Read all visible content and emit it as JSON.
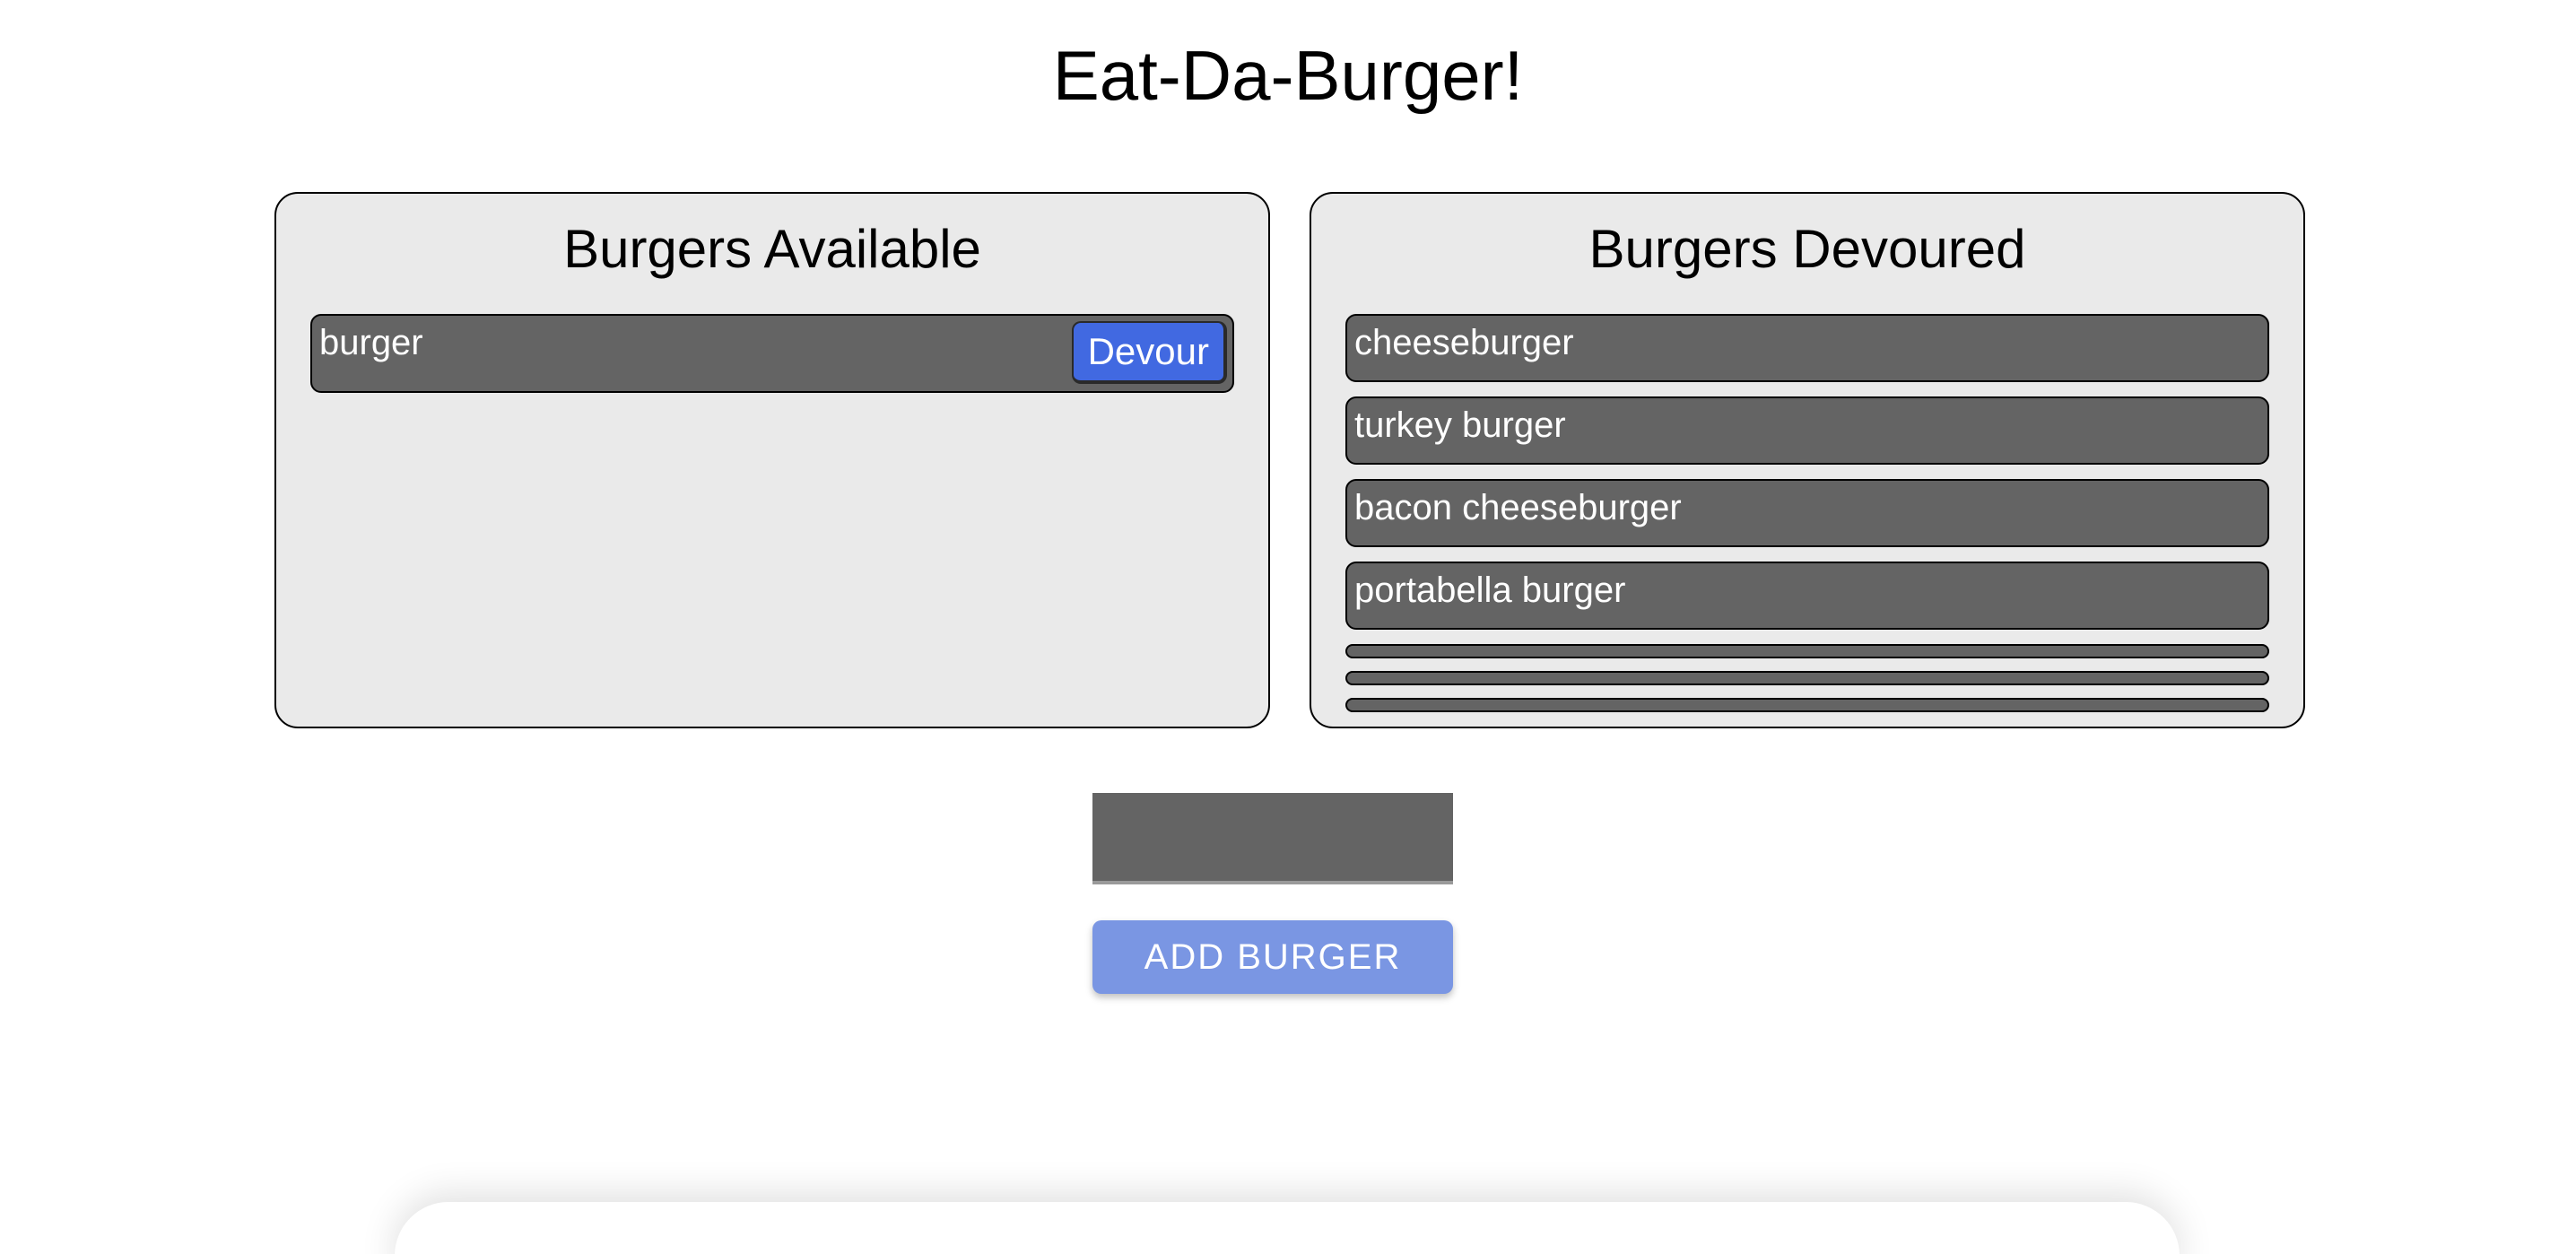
{
  "header": {
    "title": "Eat-Da-Burger!"
  },
  "available": {
    "title": "Burgers Available",
    "items": [
      {
        "name": "burger",
        "action_label": "Devour"
      }
    ]
  },
  "devoured": {
    "title": "Burgers Devoured",
    "items": [
      {
        "name": "cheeseburger"
      },
      {
        "name": "turkey burger"
      },
      {
        "name": "bacon cheeseburger"
      },
      {
        "name": "portabella burger"
      },
      {
        "name": ""
      },
      {
        "name": ""
      },
      {
        "name": ""
      }
    ]
  },
  "form": {
    "input_value": "",
    "input_placeholder": "",
    "submit_label": "ADD BURGER"
  },
  "colors": {
    "panel_bg": "#eaeaea",
    "row_bg": "#646464",
    "devour_button": "#4169e1",
    "add_button": "#7a96e3"
  }
}
